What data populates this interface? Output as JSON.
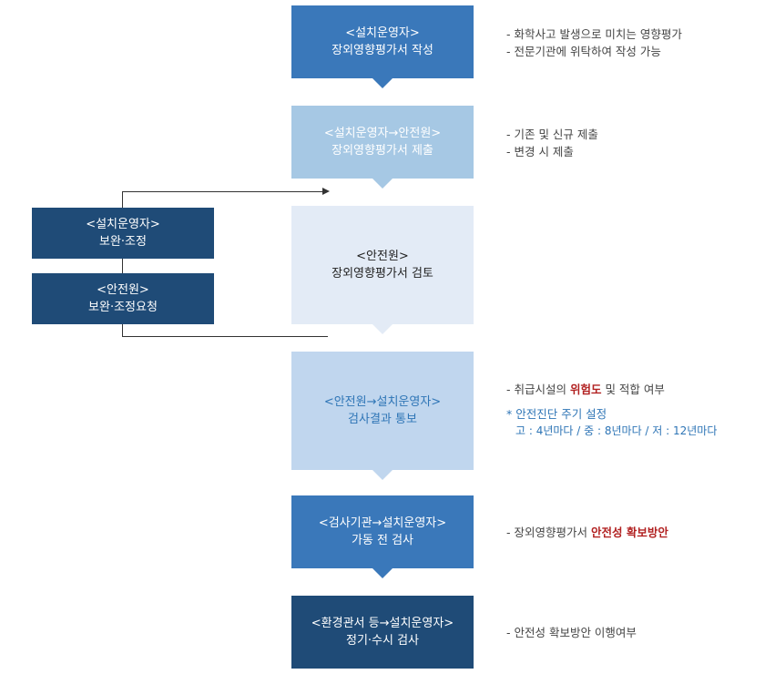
{
  "colors": {
    "step1": "#3a78ba",
    "step2": "#a6c8e4",
    "step3": "#e3ebf6",
    "step4": "#c0d6ee",
    "step5": "#3a78ba",
    "step6": "#1f4b77",
    "side": "#1f4b77",
    "accent_red": "#b22222",
    "accent_blue": "#2e75b6"
  },
  "flow": [
    {
      "title": "<설치운영자>",
      "subtitle": "장외영향평가서 작성"
    },
    {
      "title": "<설치운영자→안전원>",
      "subtitle": "장외영향평가서 제출"
    },
    {
      "title": "<안전원>",
      "subtitle": "장외영향평가서 검토"
    },
    {
      "title": "<안전원→설치운영자>",
      "subtitle": "검사결과 통보"
    },
    {
      "title": "<검사기관→설치운영자>",
      "subtitle": "가동 전 검사"
    },
    {
      "title": "<환경관서 등→설치운영자>",
      "subtitle": "정기·수시 검사"
    }
  ],
  "side": [
    {
      "title": "<설치운영자>",
      "subtitle": "보완·조정"
    },
    {
      "title": "<안전원>",
      "subtitle": "보완·조정요청"
    }
  ],
  "notes": {
    "step1": [
      "- 화학사고 발생으로 미치는 영향평가",
      "- 전문기관에 위탁하여 작성 가능"
    ],
    "step2": [
      "- 기존 및 신규 제출",
      "- 변경 시 제출"
    ],
    "step4": {
      "line1_prefix": "- 취급시설의 ",
      "line1_emph": "위험도",
      "line1_suffix": " 및 적합 여부",
      "star_title": "* 안전진단 주기 설정",
      "star_detail": "고 : 4년마다 / 중 : 8년마다 / 저 : 12년마다"
    },
    "step5": {
      "prefix": "- 장외영향평가서 ",
      "emph": "안전성 확보방안"
    },
    "step6": "- 안전성 확보방안 이행여부"
  }
}
